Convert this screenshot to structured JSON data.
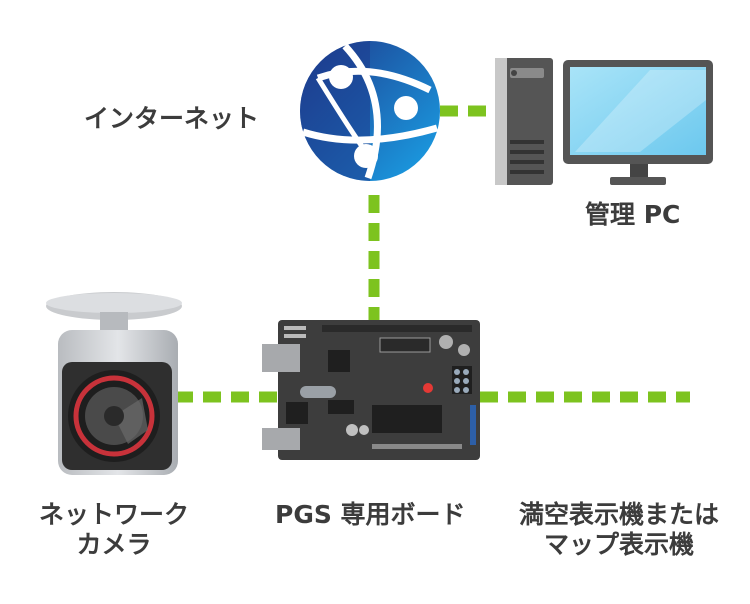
{
  "nodes": {
    "internet": {
      "label": "インターネット",
      "icon": "globe-icon"
    },
    "pc": {
      "label": "管理 PC",
      "icon": "desktop-pc-icon"
    },
    "camera": {
      "line1": "ネットワーク",
      "line2": "カメラ",
      "icon": "security-camera-icon"
    },
    "board": {
      "label": "PGS 専用ボード",
      "icon": "circuit-board-icon"
    },
    "display": {
      "line1": "満空表示機または",
      "line2": "マップ表示機",
      "icon": "display-device-icon"
    }
  },
  "colors": {
    "connector": "#7dc31f",
    "text": "#3c3c3c",
    "globe_dark": "#1e3a8c",
    "globe_light": "#1aa3e8",
    "board": "#3d3d3d",
    "monitor_screen": "#8fd8f5",
    "tower": "#555555"
  }
}
